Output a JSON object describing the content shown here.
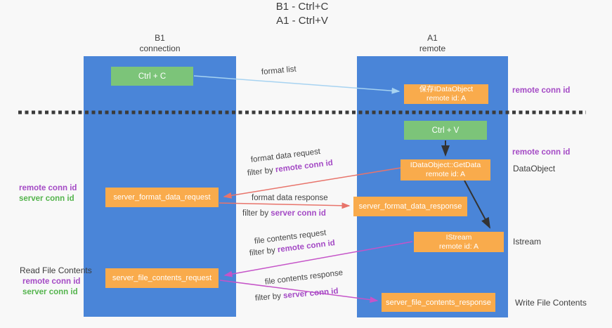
{
  "title": {
    "line1": "B1 - Ctrl+C",
    "line2": "A1 - Ctrl+V"
  },
  "lanes": {
    "left": {
      "name": "B1",
      "role": "connection"
    },
    "right": {
      "name": "A1",
      "role": "remote"
    }
  },
  "nodes": {
    "ctrl_c": "Ctrl + C",
    "ctrl_v": "Ctrl + V",
    "save_dataobject": {
      "line1": "保存IDataObject",
      "line2": "remote id: A"
    },
    "getdata": {
      "line1": "IDataObject::GetData",
      "line2": "remote id: A"
    },
    "istream": {
      "line1": "IStream",
      "line2": "remote id: A"
    },
    "format_request": "server_format_data_request",
    "format_response": "server_format_data_response",
    "file_request": "server_file_contents_request",
    "file_response": "server_file_contents_response"
  },
  "flow_labels": {
    "format_list": "format list",
    "format_data_request": "format data request",
    "format_data_response": "format data response",
    "file_contents_request": "file contents request",
    "file_contents_response": "file contents response",
    "filter_by": "filter by ",
    "remote_conn_id": "remote conn id",
    "server_conn_id": "server conn id"
  },
  "side_labels": {
    "right": {
      "remote_conn_id_top": "remote conn id",
      "remote_conn_id_mid": "remote conn id",
      "dataobject": "DataObject",
      "istream": "Istream",
      "write_file_contents": "Write File Contents"
    },
    "left": {
      "remote_conn_id_mid": "remote conn id",
      "server_conn_id_mid": "server conn id",
      "read_file_contents": "Read File Contents",
      "remote_conn_id_bottom": "remote conn id",
      "server_conn_id_bottom": "server conn id"
    }
  },
  "colors": {
    "lane_blue": "#4a85d8",
    "node_orange": "#f9ab4c",
    "node_green": "#7cc479",
    "arrow_light_blue": "#a7d3f1",
    "arrow_black": "#333333",
    "arrow_salmon": "#e8746b",
    "arrow_magenta": "#c554c8",
    "label_purple": "#a44ac5",
    "label_green": "#54b44d",
    "dashed_line": "#3b3b3b",
    "background": "#f8f8f8"
  }
}
